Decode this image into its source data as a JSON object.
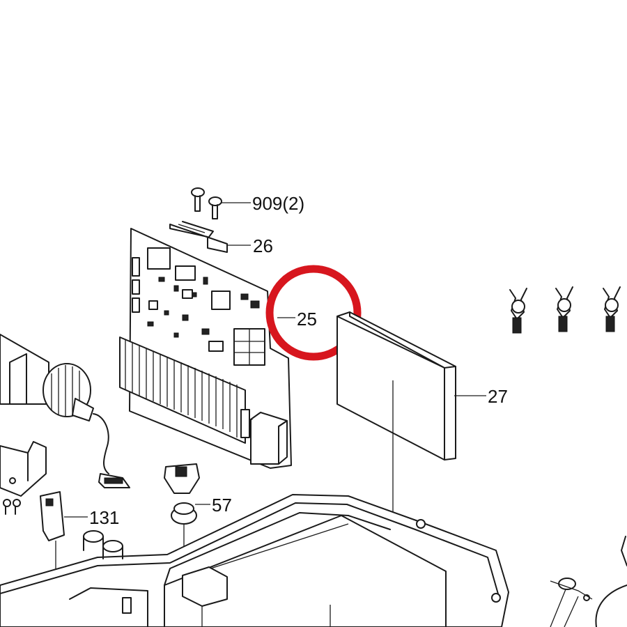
{
  "callouts": {
    "c909": "909(2)",
    "c26": "26",
    "c25": "25",
    "c27": "27",
    "c57": "57",
    "c131": "131"
  },
  "highlight": {
    "color": "#d7161e",
    "target": "25"
  }
}
